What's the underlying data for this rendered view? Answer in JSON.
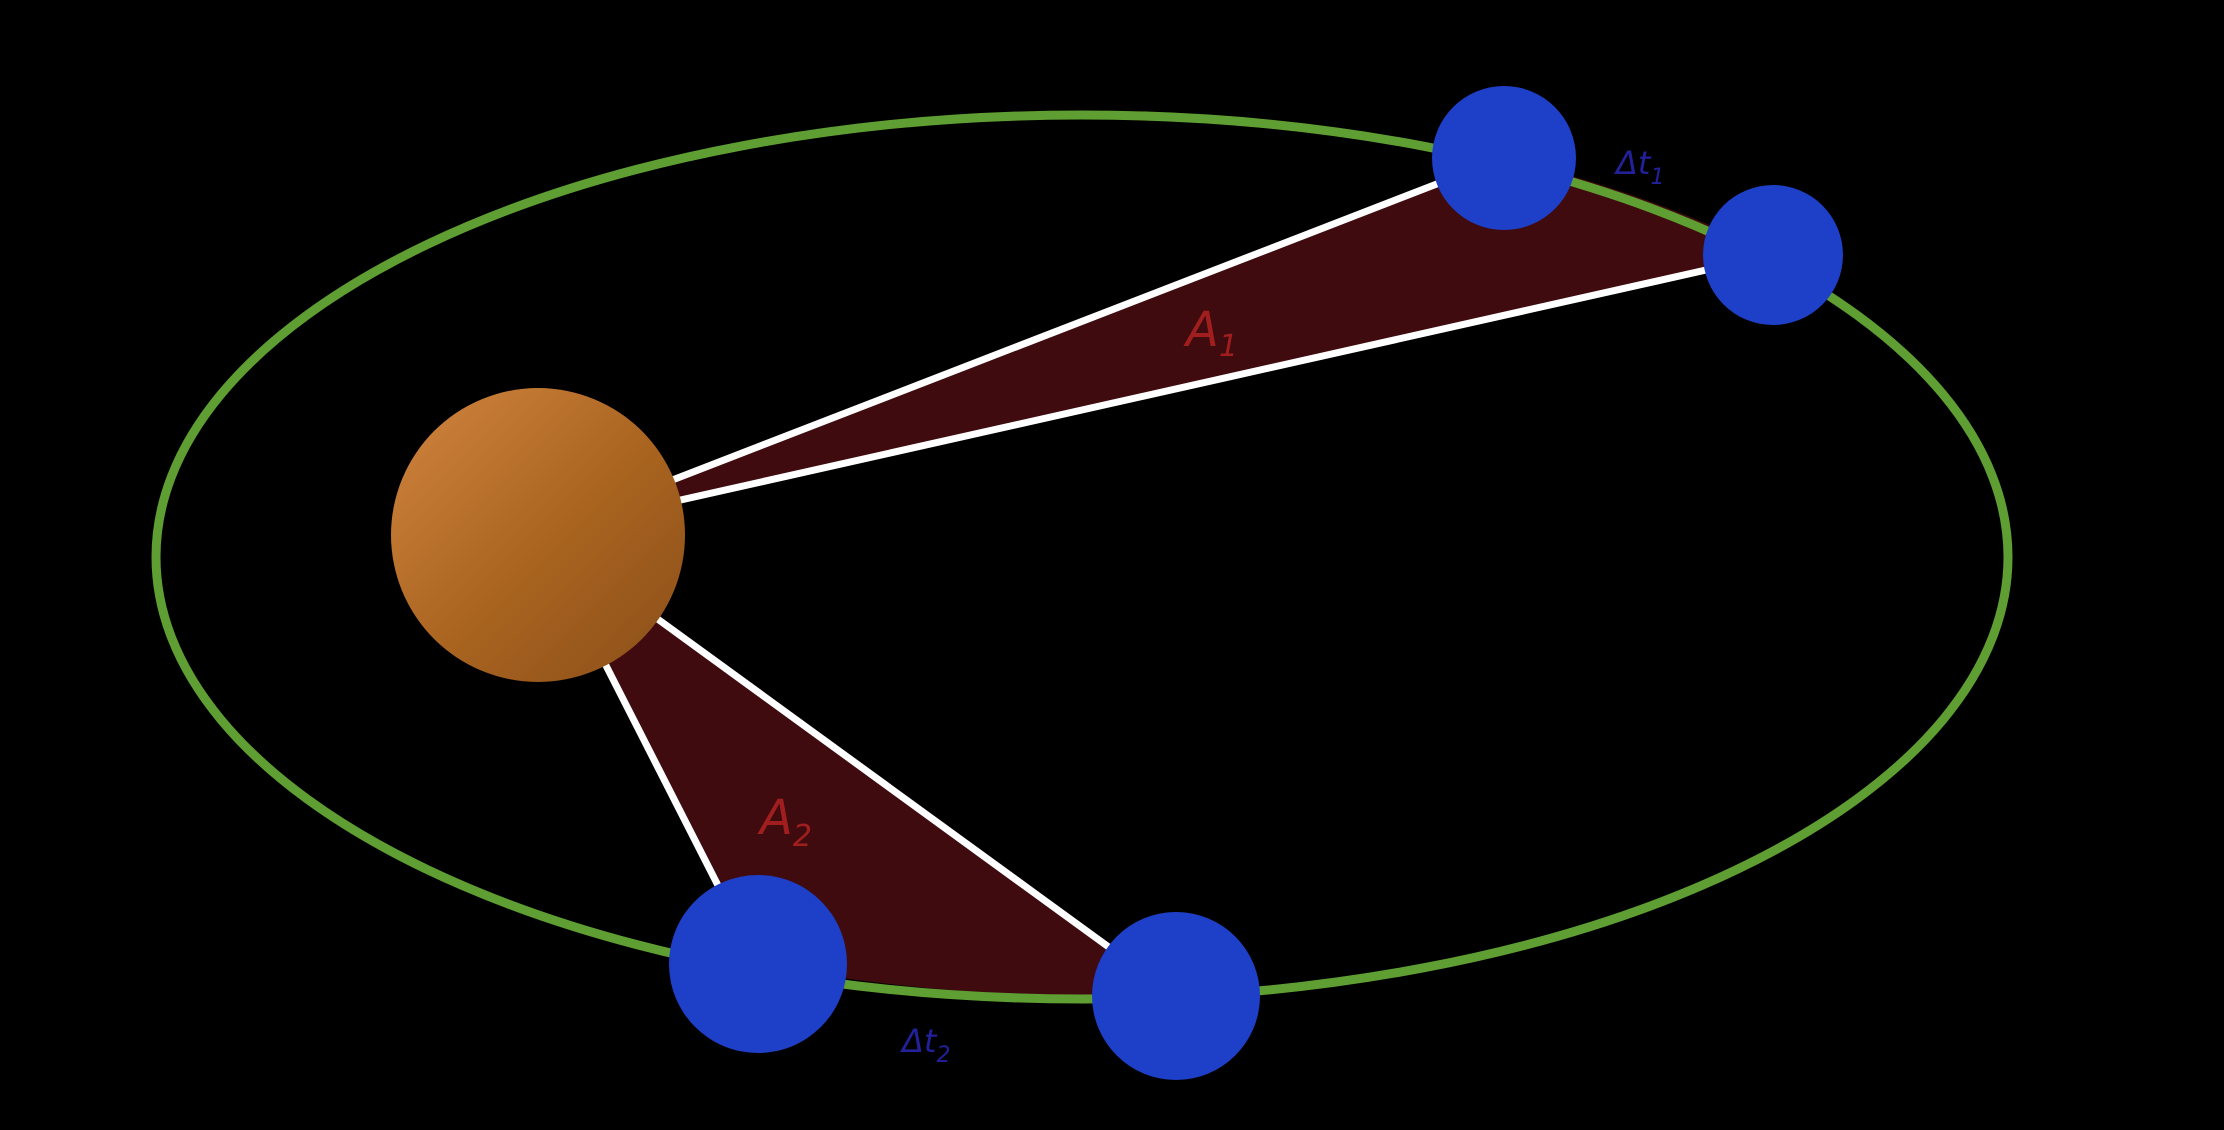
{
  "diagram": {
    "description_labels": {
      "area_1": "A",
      "area_1_sub": "1",
      "area_2": "A",
      "area_2_sub": "2",
      "time_1": "Δt",
      "time_1_sub": "1",
      "time_2": "Δt",
      "time_2_sub": "2"
    },
    "colors": {
      "background": "#000000",
      "orbit": "#5E9E32",
      "sweep_area": "#3F0B0F",
      "radius_line": "#FFFFFF",
      "planet": "#1E3FC8",
      "sun_light": "#D28640",
      "sun_dark": "#8A4E1A",
      "area_label": "#A11E1E",
      "time_label": "#22209A"
    }
  }
}
